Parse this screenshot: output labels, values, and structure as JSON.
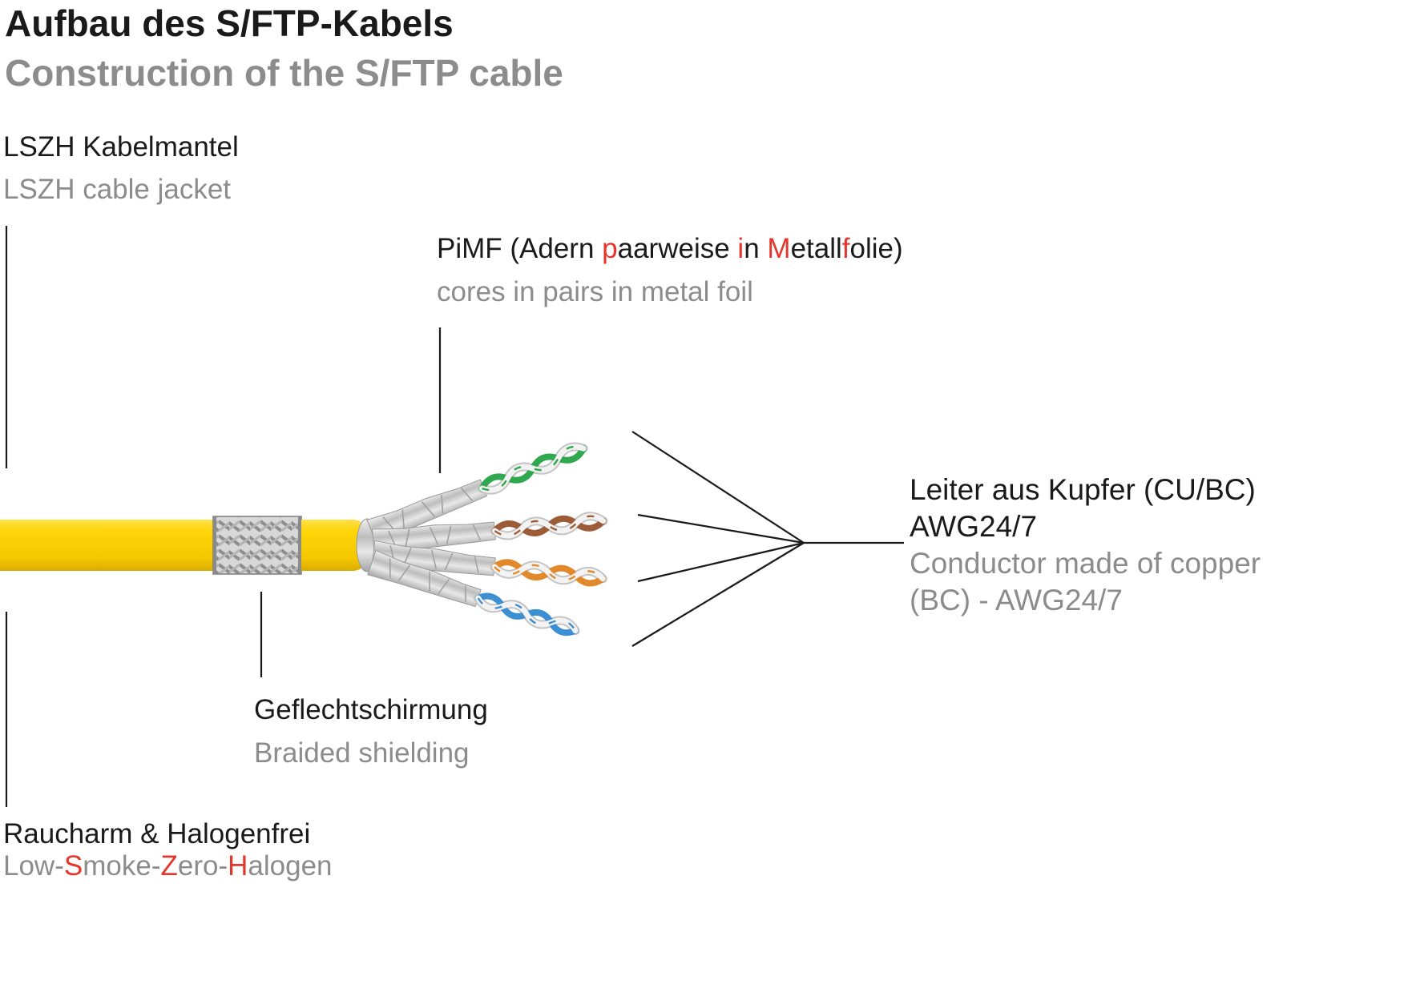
{
  "title": "Aufbau des S/FTP-Kabels",
  "subtitle": "Construction of the S/FTP cable",
  "labels": {
    "jacket": {
      "de": "LSZH Kabelmantel",
      "en": "LSZH cable jacket"
    },
    "pimf": {
      "de_segments": [
        {
          "t": "PiMF (Adern "
        },
        {
          "t": "p",
          "c": "red"
        },
        {
          "t": "aarweise "
        },
        {
          "t": "i",
          "c": "red"
        },
        {
          "t": "n "
        },
        {
          "t": "M",
          "c": "red"
        },
        {
          "t": "etall"
        },
        {
          "t": "f",
          "c": "red"
        },
        {
          "t": "olie)"
        }
      ],
      "en": "cores in pairs in metal foil"
    },
    "conductor": {
      "de_line1": "Leiter aus Kupfer (CU/BC)",
      "de_line2": "AWG24/7",
      "en_line1": "Conductor made of copper",
      "en_line2": "(BC) - AWG24/7"
    },
    "braid": {
      "de": "Geflechtschirmung",
      "en": "Braided shielding"
    },
    "halogen": {
      "de": "Raucharm & Halogenfrei",
      "en_segments": [
        {
          "t": "Low-"
        },
        {
          "t": "S",
          "c": "red"
        },
        {
          "t": "moke-"
        },
        {
          "t": "Z",
          "c": "red"
        },
        {
          "t": "ero-"
        },
        {
          "t": "H",
          "c": "red"
        },
        {
          "t": "alogen"
        }
      ]
    }
  },
  "colors": {
    "text_black": "#1a1a1a",
    "text_gray": "#8c8c8c",
    "accent_red": "#e6362c",
    "line_black": "#111111",
    "jacket_yellow": "#ffd500",
    "braid_gray": "#9b9b9b",
    "foil_silver": "#c8c8c8",
    "wire_green": "#2fa84f",
    "wire_brown": "#9d5c38",
    "wire_orange": "#e2892b",
    "wire_blue": "#3d8fd4",
    "wire_white": "#f3f3f3"
  }
}
